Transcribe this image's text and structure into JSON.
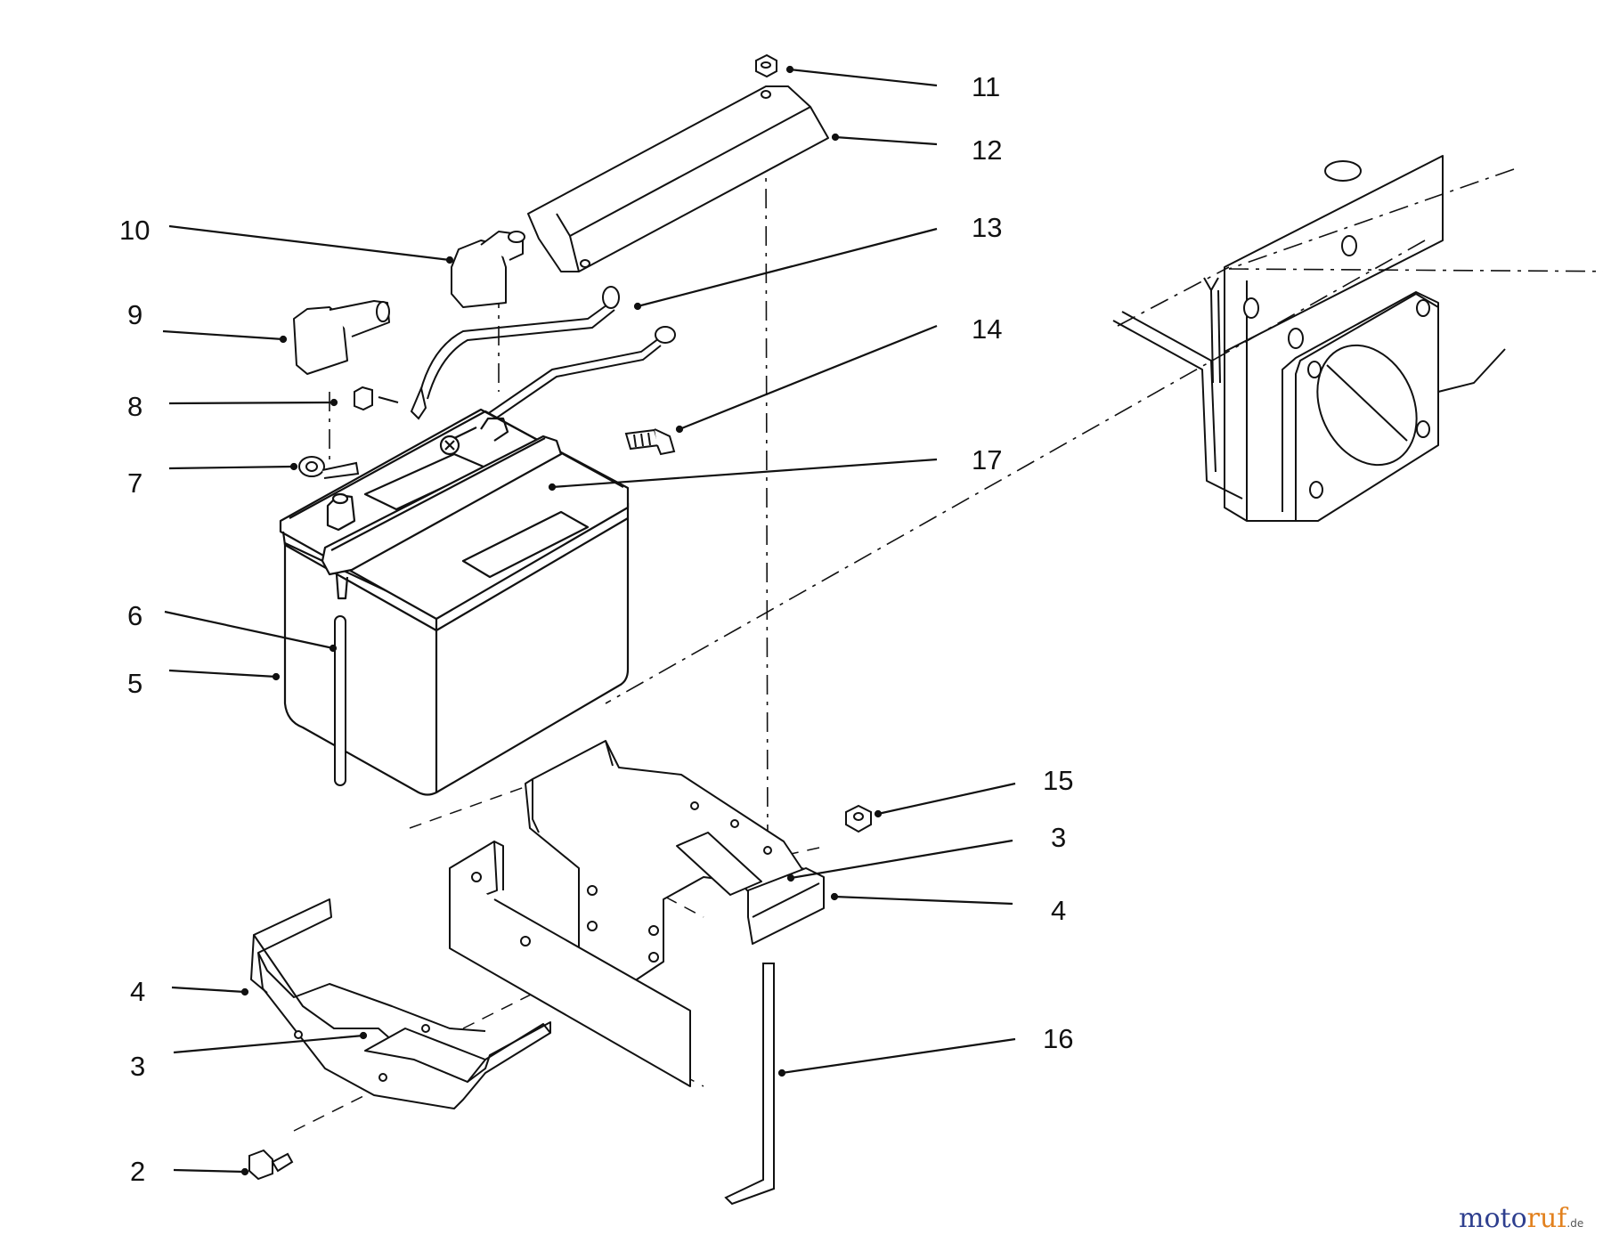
{
  "callouts": [
    "11",
    "12",
    "10",
    "13",
    "9",
    "14",
    "8",
    "7",
    "17",
    "6",
    "5",
    "15",
    "3",
    "4",
    "4",
    "16",
    "3",
    "2"
  ],
  "watermark": {
    "part1": "moto",
    "part2": "ruf",
    "suffix": ".de"
  },
  "colors": {
    "line": "#111111",
    "paper": "#ffffff",
    "watermark_blue": "#2e3f8f",
    "watermark_orange": "#e2811e"
  }
}
